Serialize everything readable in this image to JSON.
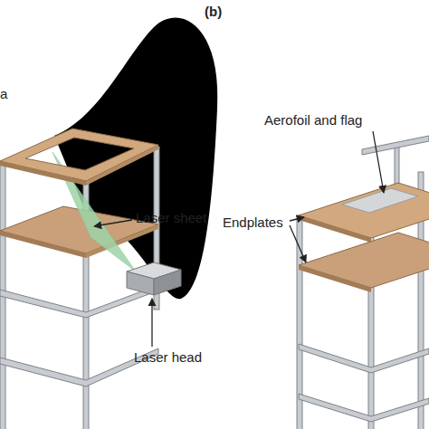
{
  "diagram": {
    "labels": [
      "(b)",
      "a",
      "Aerofoil and flag",
      "Laser sheet",
      "Endplates",
      "Laser head"
    ]
  }
}
